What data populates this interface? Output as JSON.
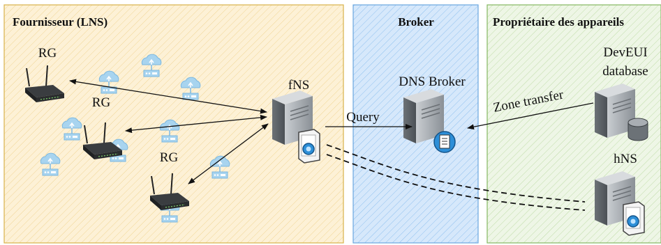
{
  "zones": {
    "provider_title": "Fournisseur (LNS)",
    "broker_title": "Broker",
    "owner_title": "Propriétaire des appareils"
  },
  "nodes": {
    "rg_1": "RG",
    "rg_2": "RG",
    "rg_3": "RG",
    "fns": "fNS",
    "dns_broker": "DNS Broker",
    "deveui_line1": "DevEUI",
    "deveui_line2": "database",
    "hns": "hNS"
  },
  "edges": {
    "query": "Query",
    "zone_transfer": "Zone transfer"
  },
  "colors": {
    "provider_fill": "#fdf1d6",
    "provider_border": "#d8b24a",
    "broker_fill": "#d6e8fb",
    "broker_border": "#6aa6df",
    "owner_fill": "#e6f2dc",
    "owner_border": "#84b860",
    "cloud_icon": "#a8d4ef",
    "server_body": "#9aa0a6"
  },
  "icons": [
    "router-icon",
    "cloud-gateway-icon",
    "server-icon",
    "certificate-icon",
    "database-icon",
    "document-icon"
  ]
}
